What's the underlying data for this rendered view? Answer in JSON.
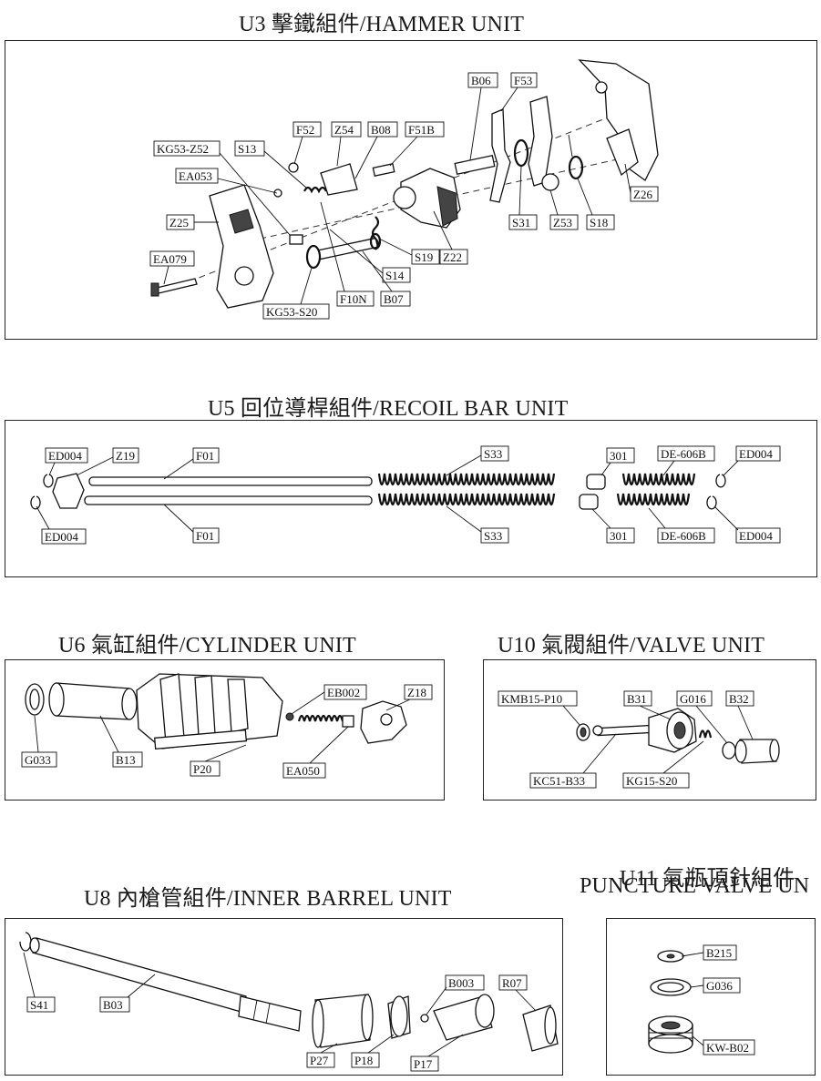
{
  "units": {
    "u3": {
      "title": "U3  擊鐵組件/HAMMER UNIT"
    },
    "u5": {
      "title": "U5  回位導桿組件/RECOIL BAR UNIT"
    },
    "u6": {
      "title": "U6  氣缸組件/CYLINDER UNIT"
    },
    "u10": {
      "title": "U10  氣閥組件/VALVE UNIT"
    },
    "u8": {
      "title": "U8  內槍管組件/INNER BARREL UNIT"
    },
    "u11": {
      "title_line1": "U11  氣瓶頂針組件",
      "title_line2": "PUNCTURE VALVE UN"
    }
  },
  "labels": {
    "u3": [
      "KG53-Z52",
      "EA053",
      "Z25",
      "EA079",
      "S13",
      "F52",
      "Z54",
      "B08",
      "F51B",
      "B06",
      "F53",
      "Z22",
      "S19",
      "S14",
      "F10N",
      "B07",
      "KG53-S20",
      "S31",
      "Z53",
      "S18",
      "Z26"
    ],
    "u5": [
      "ED004",
      "Z19",
      "F01",
      "S33",
      "301",
      "DE-606B",
      "ED004",
      "ED004",
      "F01",
      "S33",
      "301",
      "DE-606B",
      "ED004"
    ],
    "u6": [
      "G033",
      "B13",
      "P20",
      "EB002",
      "EA050",
      "Z18"
    ],
    "u10": [
      "KMB15-P10",
      "B31",
      "G016",
      "B32",
      "KC51-B33",
      "KG15-S20"
    ],
    "u8": [
      "S41",
      "B03",
      "P27",
      "P18",
      "B003",
      "R07",
      "P17"
    ],
    "u11": [
      "B215",
      "G036",
      "KW-B02"
    ]
  }
}
